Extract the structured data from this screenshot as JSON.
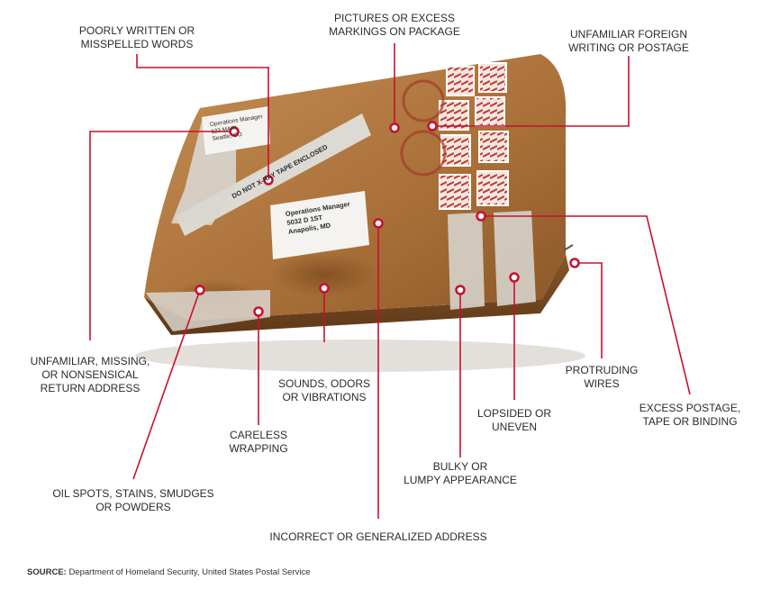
{
  "labels": {
    "misspelled": "POORLY WRITTEN OR\nMISSPELLED WORDS",
    "pictures": "PICTURES OR EXCESS\nMARKINGS ON PACKAGE",
    "foreign": "UNFAMILIAR FOREIGN\nWRITING OR POSTAGE",
    "return_address": "UNFAMILIAR, MISSING,\nOR NONSENSICAL\nRETURN ADDRESS",
    "sounds": "SOUNDS, ODORS\nOR VIBRATIONS",
    "careless": "CARELESS\nWRAPPING",
    "oil": "OIL SPOTS, STAINS, SMUDGES\nOR POWDERS",
    "incorrect_address": "INCORRECT OR GENERALIZED ADDRESS",
    "bulky": "BULKY OR\nLUMPY APPEARANCE",
    "lopsided": "LOPSIDED OR\nUNEVEN",
    "wires": "PROTRUDING\nWIRES",
    "excess_postage": "EXCESS POSTAGE,\nTAPE OR BINDING"
  },
  "package": {
    "return_label": "Operations Manager\n123 MAIN\nSeattle, CO",
    "tape_text": "DO NOT X-RAY TAPE ENCLOSED",
    "address_label": "Operations Manager\n5032 D 1ST\nAnapolis, MD"
  },
  "source": {
    "prefix": "SOURCE:",
    "text": "Department of Homeland Security, United States Postal Service"
  },
  "colors": {
    "leader": "#c8102e",
    "box": "#b07840",
    "box_dark": "#6e4421",
    "tape": "#d9d6cf",
    "label_text": "#2b2b2b"
  }
}
